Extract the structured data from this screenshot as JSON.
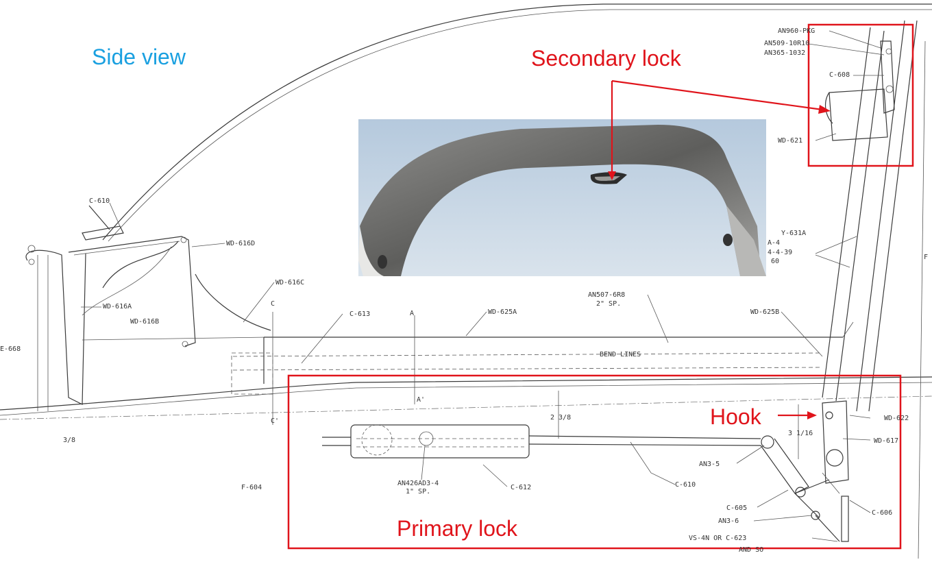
{
  "labels": {
    "side_view": "Side view",
    "secondary_lock": "Secondary lock",
    "primary_lock": "Primary lock",
    "hook": "Hook"
  },
  "callout_colors": {
    "red": "#e0141b",
    "blue": "#1aa0e0"
  },
  "drawing_annotations": {
    "c610": "C-610",
    "wd616d": "WD-616D",
    "wd616c": "WD-616C",
    "wd616a": "WD-616A",
    "wd616b": "WD-616B",
    "c613": "C-613",
    "a_top": "A",
    "a_bottom": "A'",
    "c_top": "C",
    "c_bottom": "C'",
    "wd625a": "WD-625A",
    "an507": "AN507-6R8",
    "an507_sp": "2\" SP.",
    "bend_lines": "BEND LINES",
    "wd625b": "WD-625B",
    "e668": "E-668",
    "dim_238": "2 3/8",
    "dim_316": "3 1/16",
    "dim_38": "3/8",
    "wd622": "WD-622",
    "wd617": "WD-617",
    "an35": "AN3-5",
    "c610b": "C-610",
    "c612": "C-612",
    "an426": "AN426AD3-4",
    "an426_sp": "1\" SP.",
    "f604": "F-604",
    "c605": "C-605",
    "an3_6": "AN3-6",
    "c606": "C-606",
    "vs": "VS-4N OR C-623",
    "and_so": "AND SO",
    "top_right_1": "AN960-PKG",
    "top_right_2": "AN509-10R10",
    "top_right_3": "AN365-1032",
    "c608": "C-608",
    "wd621": "WD-621",
    "y631a": "Y-631A",
    "f_right": "F",
    "a44": "A-4",
    "dims_44": "4-4-39",
    "dims_60": "60"
  }
}
